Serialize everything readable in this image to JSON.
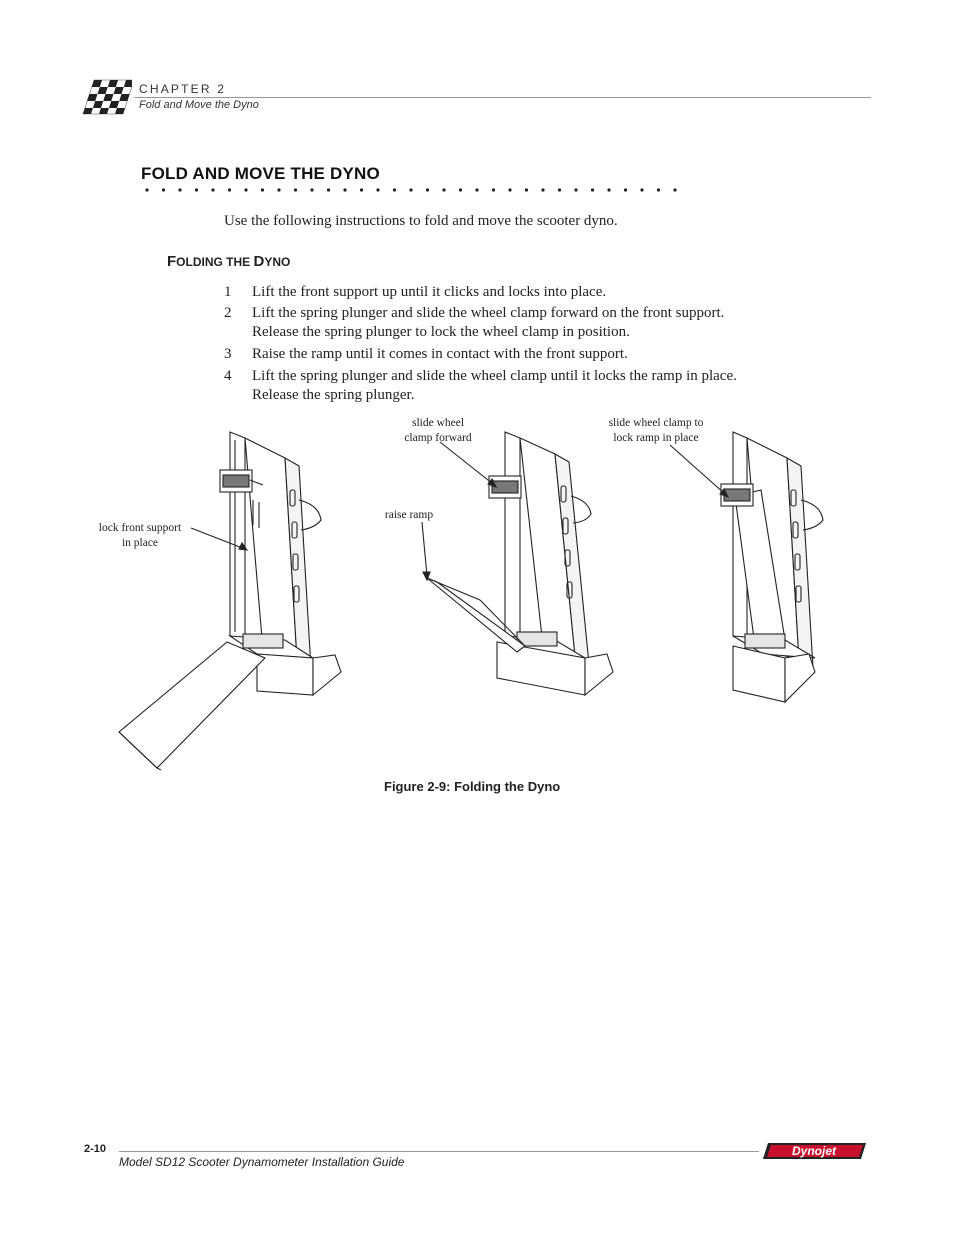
{
  "header": {
    "chapter": "CHAPTER 2",
    "subtitle": "Fold and Move the Dyno"
  },
  "section": {
    "title": "FOLD AND MOVE THE DYNO",
    "intro": "Use the following instructions to fold and move the scooter dyno."
  },
  "subsection": {
    "title_first_1": "F",
    "title_rest_1": "OLDING THE ",
    "title_first_2": "D",
    "title_rest_2": "YNO"
  },
  "steps": [
    {
      "num": "1",
      "lines": [
        "Lift the front support up until it clicks and locks into place."
      ]
    },
    {
      "num": "2",
      "lines": [
        "Lift the spring plunger and slide the wheel clamp forward on the front support.",
        "Release the spring plunger to lock the wheel clamp in position."
      ]
    },
    {
      "num": "3",
      "lines": [
        "Raise the ramp until it comes in contact with the front support."
      ]
    },
    {
      "num": "4",
      "lines": [
        "Lift the spring plunger and slide the wheel clamp until it locks the ramp in place.",
        "Release the spring plunger."
      ]
    }
  ],
  "figure": {
    "callouts": {
      "lock_front_1": "lock front support",
      "lock_front_2": "in place",
      "slide_fwd_1": "slide wheel",
      "slide_fwd_2": "clamp forward",
      "raise_ramp": "raise ramp",
      "slide_lock_1": "slide wheel clamp to",
      "slide_lock_2": "lock ramp in place"
    },
    "caption": "Figure 2-9: Folding the Dyno"
  },
  "footer": {
    "page_number": "2-10",
    "guide_title": "Model SD12 Scooter Dynamometer Installation Guide",
    "logo_text": "Dynojet"
  }
}
